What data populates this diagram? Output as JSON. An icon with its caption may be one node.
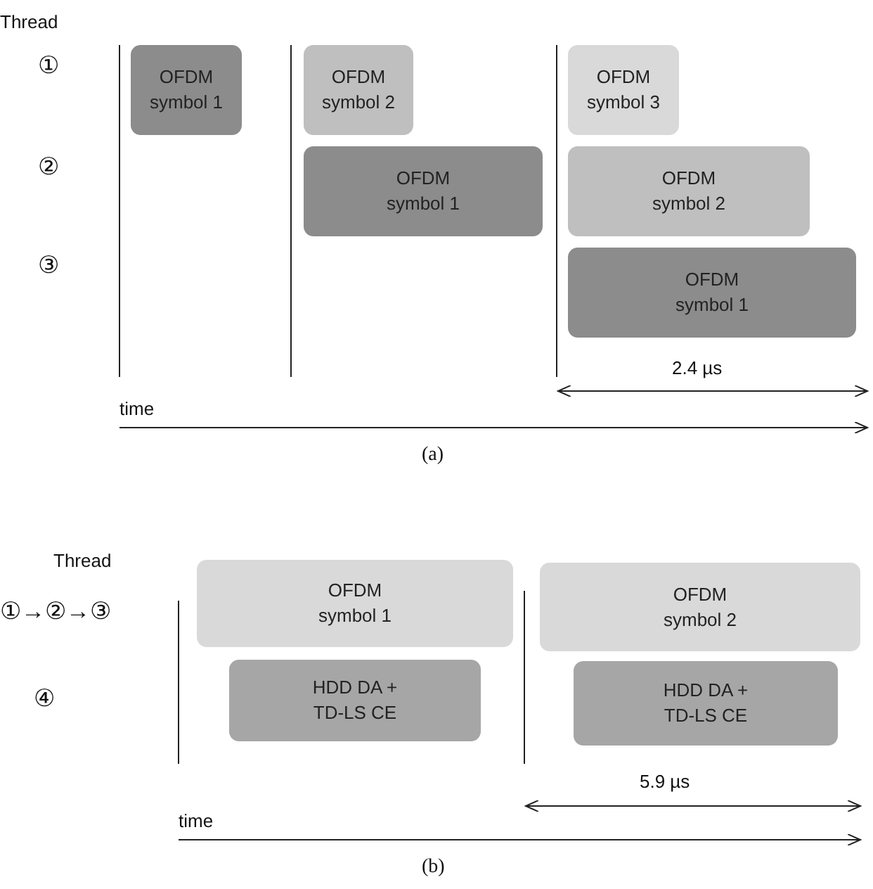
{
  "diagram": {
    "nodes": [
      {
        "text": [
          "OFDM symbol 1"
        ]
      },
      {
        "text": [
          "OFDM symbol 2"
        ]
      },
      {
        "text": [
          "OFDM symbol 3"
        ]
      },
      {
        "text": [
          "OFDM symbol 1"
        ]
      },
      {
        "text": [
          "OFDM symbol 2"
        ]
      },
      {
        "text": [
          "OFDM symbol 1"
        ]
      },
      {
        "text": [
          "OFDM symbol 1"
        ]
      },
      {
        "text": [
          "OFDM symbol 2"
        ]
      },
      {
        "text": [
          "HDD DA + TD-LS CE"
        ]
      },
      {
        "text": [
          "HDD DA + TD-LS CE"
        ]
      }
    ],
    "edges": [],
    "labels": [
      "Thread",
      "①",
      "②",
      "③",
      "2.4 µs",
      "time",
      "(a)",
      "Thread",
      "①→②→③",
      "④",
      "5.9 µs",
      "time",
      "(b)"
    ]
  }
}
